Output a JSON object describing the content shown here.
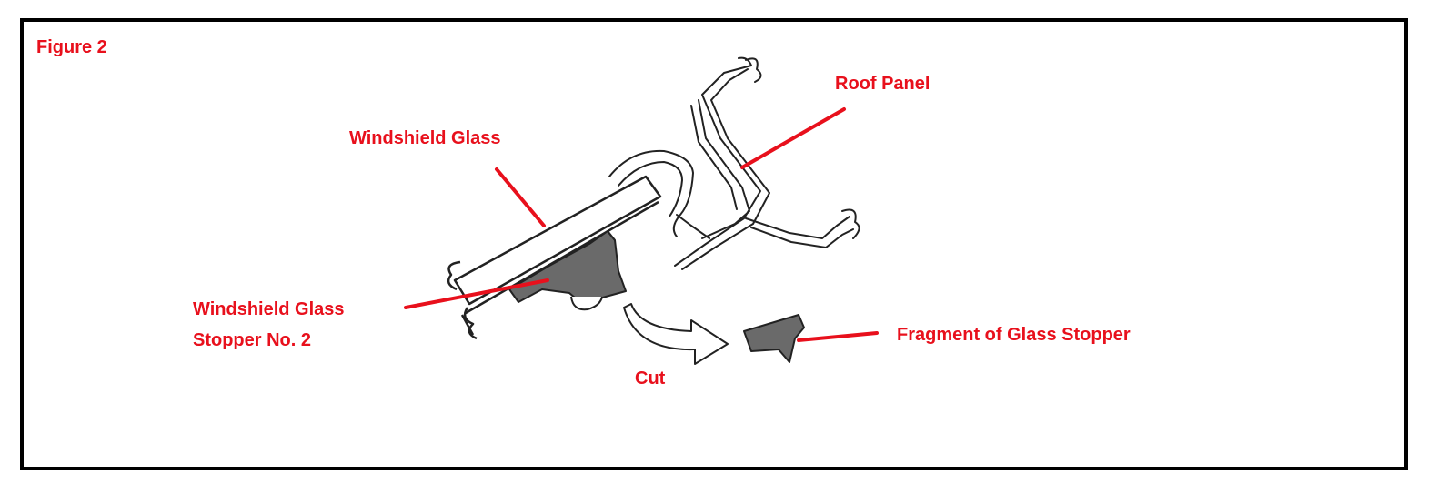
{
  "figure": {
    "title": "Figure 2"
  },
  "labels": {
    "roof_panel": "Roof Panel",
    "windshield_glass": "Windshield Glass",
    "stopper_line1": "Windshield Glass",
    "stopper_line2": "Stopper No. 2",
    "fragment": "Fragment of Glass Stopper",
    "cut": "Cut"
  },
  "colors": {
    "label_text": "#e8101c",
    "leader_line": "#e8101c",
    "outline": "#222222",
    "stopper_fill": "#6a6a6a",
    "frame_border": "#000000"
  }
}
